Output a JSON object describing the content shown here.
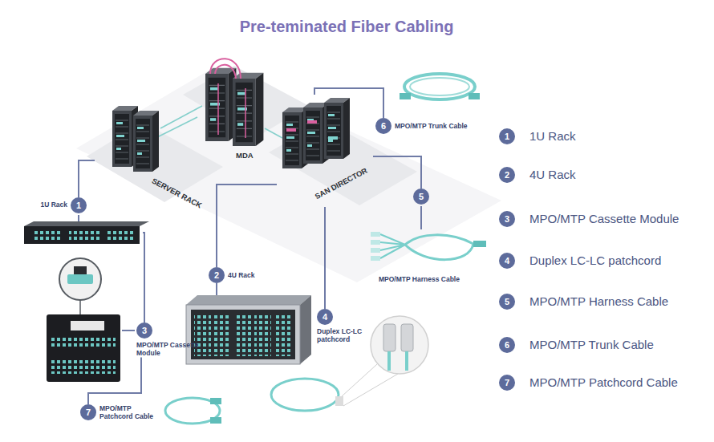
{
  "diagram": {
    "title": "Pre-teminated Fiber Cabling",
    "nodes": [
      {
        "text": [
          "SERVER RACK"
        ]
      },
      {
        "text": [
          "MDA"
        ]
      },
      {
        "text": [
          "SAN DIRECTOR"
        ]
      },
      {
        "text": [
          "6",
          "MPO/MTP Trunk Cable"
        ]
      },
      {
        "text": [
          "1",
          "1U Rack"
        ]
      },
      {
        "text": [
          "2",
          "4U Rack"
        ]
      },
      {
        "text": [
          "5"
        ]
      },
      {
        "text": [
          "3",
          "MPO/MTP Cassette Module"
        ]
      },
      {
        "text": [
          "4",
          "Duplex LC-LC patchcord"
        ]
      },
      {
        "text": [
          "7",
          "MPO/MTP Patchcord Cable"
        ]
      }
    ],
    "edges": [
      {
        "from": 0,
        "to": 4,
        "arrow": "none"
      },
      {
        "from": 4,
        "to": 7,
        "arrow": "none"
      },
      {
        "from": 7,
        "to": 9,
        "arrow": "none"
      },
      {
        "from": 2,
        "to": 5,
        "arrow": "none"
      },
      {
        "from": 2,
        "to": 8,
        "arrow": "none"
      },
      {
        "from": 2,
        "to": 6,
        "arrow": "none"
      },
      {
        "from": 2,
        "to": 3,
        "arrow": "none"
      }
    ],
    "labels": [
      "MPO/MTP Harness Cable",
      "1",
      "1U Rack",
      "2",
      "4U Rack",
      "3",
      "MPO/MTP Cassette Module",
      "4",
      "Duplex LC-LC patchcord",
      "5",
      "MPO/MTP Harness Cable",
      "6",
      "MPO/MTP Trunk Cable",
      "7",
      "MPO/MTP Patchcord Cable"
    ]
  }
}
